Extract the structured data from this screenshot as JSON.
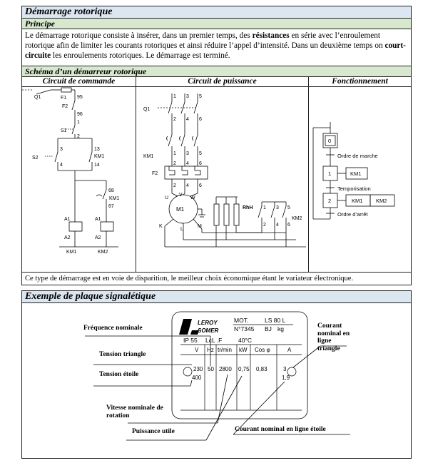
{
  "section1": {
    "title": "Démarrage rotorique",
    "principle_heading": "Principe",
    "para_intro": "Le démarrage rotorique consiste à insérer, dans un premier temps, des ",
    "para_bold1": "résistances",
    "para_mid": " en série avec l’enroulement rotorique afin de limiter les courants rotoriques et ainsi réduire l’appel d’intensité. Dans un deuxième temps on ",
    "para_bold2": "court-circuite",
    "para_end": " les enroulements rotoriques. Le démarrage est terminé.",
    "schema_heading": "Schéma d’un démarreur rotorique",
    "col_command": "Circuit de commande",
    "col_power": "Circuit de puissance",
    "col_function": "Fonctionnement",
    "footer": "Ce type de démarrage est en voie de disparition, le meilleur choix économique étant le variateur électronique."
  },
  "command": {
    "q1": "Q1",
    "f1": "F1",
    "n95": "95",
    "f2": "F2",
    "n96": "96",
    "n1": "1",
    "s1": "S1",
    "n2": "2",
    "s2": "S2",
    "n3": "3",
    "n4": "4",
    "n13": "13",
    "n14": "14",
    "km1": "KM1",
    "n68": "68",
    "km1b": "KM1",
    "n67": "67",
    "a1": "A1",
    "a2": "A2",
    "a1b": "A1",
    "a2b": "A2",
    "coil1": "KM1",
    "coil2": "KM2"
  },
  "power": {
    "q1": "Q1",
    "km1": "KM1",
    "f2": "F2",
    "top": [
      "1",
      "3",
      "5"
    ],
    "mid": [
      "2",
      "4",
      "6"
    ],
    "u1": "U",
    "v1": "V",
    "w1": "W",
    "m1": "M1",
    "k": "K",
    "l": "L",
    "m": "M",
    "rhh": "RhH",
    "km2": "KM2",
    "km2top": [
      "1",
      "3",
      "5"
    ],
    "km2bot": [
      "2",
      "4",
      "6"
    ]
  },
  "grafcet": {
    "step0": "0",
    "step1": "1",
    "step2": "2",
    "t0": "Ordre de marche",
    "t1": "Temporisation",
    "t2": "Ordre d’arrêt",
    "a1": "KM1",
    "a2a": "KM1",
    "a2b": "KM2"
  },
  "section2": {
    "title": "Exemple de plaque signalétique",
    "brand1": "LEROY",
    "brand2": "SOMER",
    "mot": "MOT.",
    "model": "LS 80 L",
    "serial": "N°7345",
    "bj": "BJ",
    "kg": "kg",
    "ip": "IP 55",
    "lcl": "LcL .F",
    "temp": "40°C",
    "headers": [
      "V",
      "Hz",
      "tr/min",
      "kW",
      "Cos φ",
      "A"
    ],
    "v1": "230",
    "v2": "400",
    "hz": "50",
    "rpm": "2800",
    "kw": "0,75",
    "cos": "0,83",
    "a1": "3",
    "a2": "1,9",
    "lab_freq": "Fréquence nominale",
    "lab_tri": "Tension triangle",
    "lab_star": "Tension étoile",
    "lab_speed": "Vitesse nominale de rotation",
    "lab_power": "Puissance utile",
    "lab_cur_tri": "Courant nominal en ligne triangle",
    "lab_cur_star": "Courant nominal en ligne étoile"
  }
}
